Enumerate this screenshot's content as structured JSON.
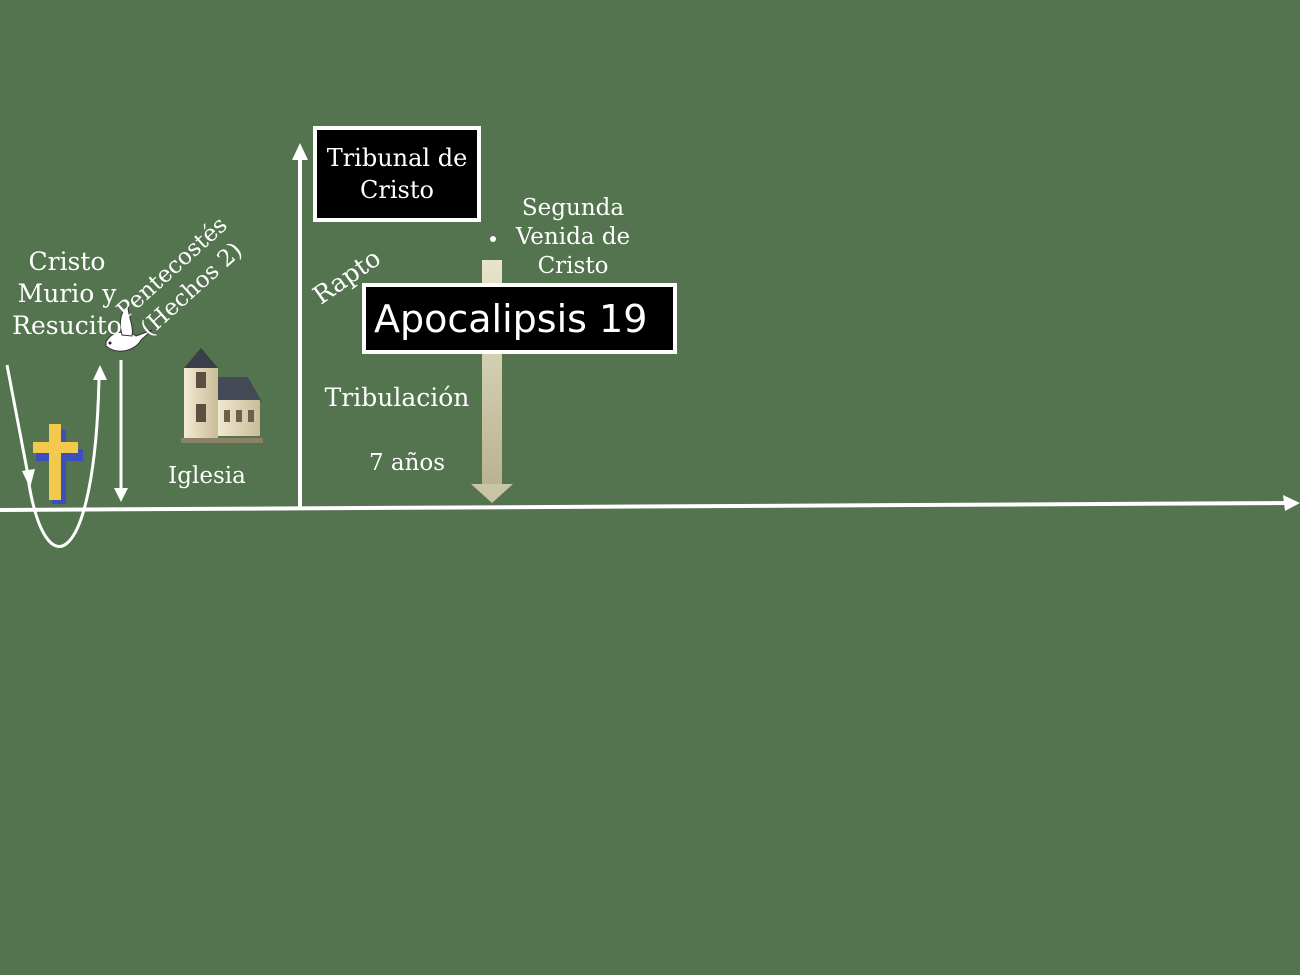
{
  "labels": {
    "cristo": "Cristo\nMurio y\nResucito",
    "pentecostes": "Pentecostés\n(Hechos 2)",
    "iglesia": "Iglesia",
    "rapto": "Rapto",
    "tribunal": "Tribunal de\nCristo",
    "segunda": "Segunda\nVenida de\nCristo",
    "apocalipsis": "Apocalipsis 19",
    "tribulacion": "Tribulación",
    "anos": "7 años"
  },
  "colors": {
    "background": "#54734f",
    "line": "#ffffff",
    "cross": "#f2c94c",
    "cross_shadow": "#3b4fbf",
    "beam": "#e6e2c8"
  },
  "icons": [
    "cross-icon",
    "dove-icon",
    "church-icon"
  ]
}
